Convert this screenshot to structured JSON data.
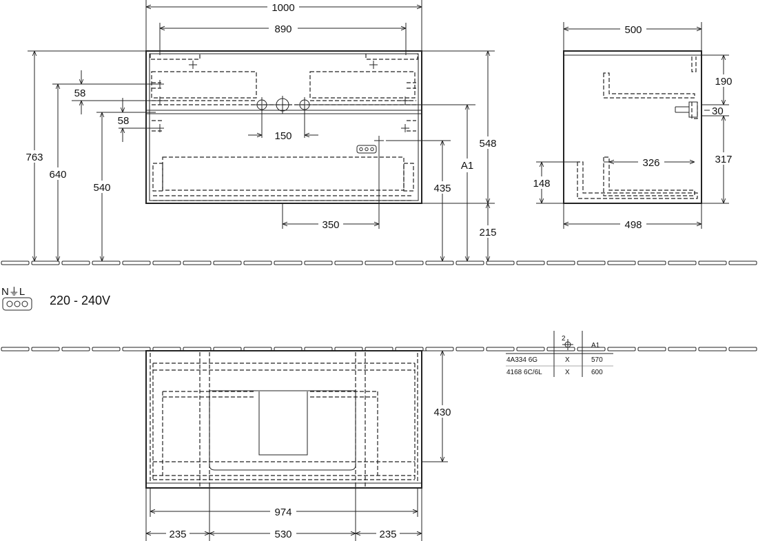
{
  "front_view": {
    "width_total": "1000",
    "width_inner": "890",
    "height_total": "763",
    "height_640": "640",
    "height_540": "540",
    "spacing_58_upper": "58",
    "spacing_58_lower": "58",
    "tap_spacing": "150",
    "socket_offset": "350",
    "socket_height": "435",
    "a1_label": "A1",
    "cabinet_height": "548",
    "floor_clearance": "215"
  },
  "side_view": {
    "depth_top": "500",
    "depth_bottom": "498",
    "dim_190": "190",
    "dim_30": "30",
    "dim_317": "317",
    "dim_326": "326",
    "dim_148": "148"
  },
  "electrical": {
    "symbol_top": "N⏚L",
    "voltage": "220 - 240V"
  },
  "plan_view": {
    "depth": "430",
    "inner_width": "974",
    "seg_left": "235",
    "seg_mid": "530",
    "seg_right": "235"
  },
  "table": {
    "header_col1_sup": "2",
    "header_a1": "A1",
    "rows": [
      {
        "model": "4A334 6G",
        "mark": "X",
        "a1": "570"
      },
      {
        "model": "4168 6C/6L",
        "mark": "X",
        "a1": "600"
      }
    ]
  }
}
